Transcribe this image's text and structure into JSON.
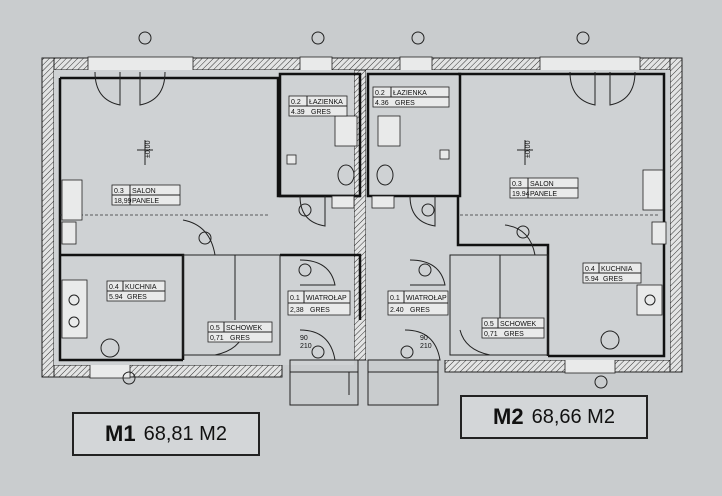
{
  "plan": {
    "left": {
      "salon": {
        "num": "0.3",
        "name": "SALON",
        "area": "18,99",
        "floor": "PANELE"
      },
      "lazienka": {
        "num": "0.2",
        "name": "ŁAZIENKA",
        "area": "4.39",
        "floor": "GRES"
      },
      "kuchnia": {
        "num": "0.4",
        "name": "KUCHNIA",
        "area": "5.94",
        "floor": "GRES"
      },
      "wiatrolap": {
        "num": "0.1",
        "name": "WIATROŁAP",
        "area": "2,38",
        "floor": "GRES"
      },
      "schowek": {
        "num": "0.5",
        "name": "SCHOWEK",
        "area": "0,71",
        "floor": "GRES"
      }
    },
    "right": {
      "salon": {
        "num": "0.3",
        "name": "SALON",
        "area": "19.94",
        "floor": "PANELE"
      },
      "lazienka": {
        "num": "0.2",
        "name": "ŁAZIENKA",
        "area": "4.36",
        "floor": "GRES"
      },
      "kuchnia": {
        "num": "0.4",
        "name": "KUCHNIA",
        "area": "5.94",
        "floor": "GRES"
      },
      "wiatrolap": {
        "num": "0.1",
        "name": "WIATROŁAP",
        "area": "2.40",
        "floor": "GRES"
      },
      "schowek": {
        "num": "0.5",
        "name": "SCHOWEK",
        "area": "0,71",
        "floor": "GRES"
      }
    },
    "level": "±0.00",
    "door_dims": [
      "90",
      "210"
    ]
  },
  "units": [
    {
      "code": "M1",
      "area": "68,81 M2"
    },
    {
      "code": "M2",
      "area": "68,66 M2"
    }
  ]
}
